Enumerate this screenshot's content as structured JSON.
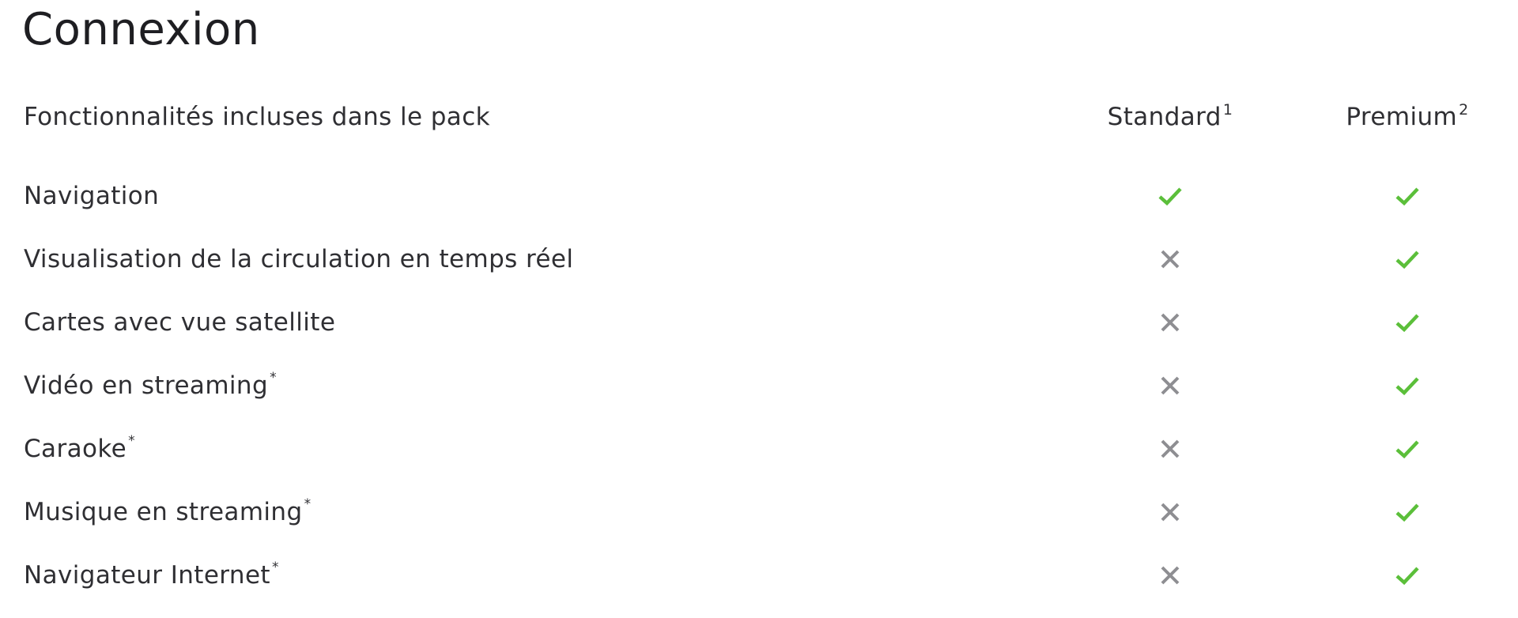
{
  "page": {
    "title": "Connexion"
  },
  "table": {
    "header": {
      "features_label": "Fonctionnalités incluses dans le pack",
      "standard_label": "Standard",
      "standard_note": "1",
      "premium_label": "Premium",
      "premium_note": "2"
    },
    "rows": [
      {
        "label": "Navigation",
        "note": "",
        "standard": "check",
        "premium": "check"
      },
      {
        "label": "Visualisation de la circulation en temps réel",
        "note": "",
        "standard": "cross",
        "premium": "check"
      },
      {
        "label": "Cartes avec vue satellite",
        "note": "",
        "standard": "cross",
        "premium": "check"
      },
      {
        "label": "Vidéo en streaming",
        "note": "*",
        "standard": "cross",
        "premium": "check"
      },
      {
        "label": "Caraoke",
        "note": "*",
        "standard": "cross",
        "premium": "check"
      },
      {
        "label": "Musique en streaming",
        "note": "*",
        "standard": "cross",
        "premium": "check"
      },
      {
        "label": "Navigateur Internet",
        "note": "*",
        "standard": "cross",
        "premium": "check"
      }
    ]
  },
  "colors": {
    "check": "#5bbf3a",
    "cross": "#8e8e92",
    "text": "#2f2f33"
  },
  "icons": {
    "check": "check-icon",
    "cross": "cross-icon"
  }
}
